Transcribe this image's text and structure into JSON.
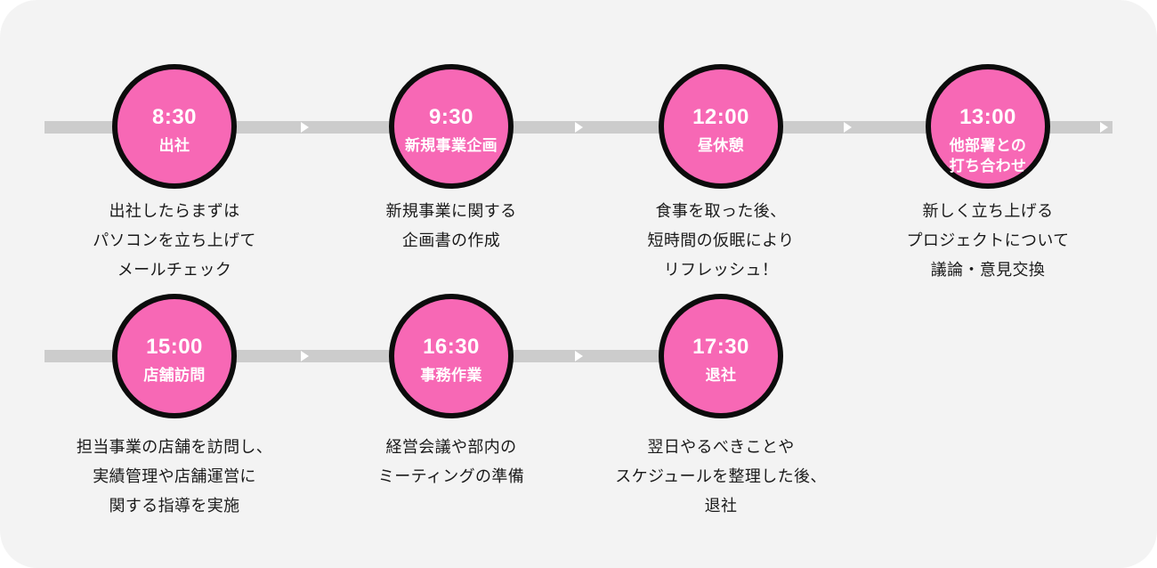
{
  "colors": {
    "canvas_background": "#f3f3f3",
    "timeline_bar": "#cccccc",
    "circle_fill": "#f768b5",
    "circle_border": "#0c0c0c",
    "circle_text": "#ffffff",
    "description_text": "#1a1a1a",
    "arrow": "#ffffff"
  },
  "rows": [
    {
      "events": [
        {
          "time": "8:30",
          "label_lines": [
            "出社"
          ],
          "desc_lines": [
            "出社したらまずは",
            "パソコンを立ち上げて",
            "メールチェック"
          ]
        },
        {
          "time": "9:30",
          "label_lines": [
            "新規事業企画"
          ],
          "desc_lines": [
            "新規事業に関する",
            "企画書の作成"
          ]
        },
        {
          "time": "12:00",
          "label_lines": [
            "昼休憩"
          ],
          "desc_lines": [
            "食事を取った後、",
            "短時間の仮眠により",
            "リフレッシュ！"
          ]
        },
        {
          "time": "13:00",
          "label_lines": [
            "他部署との",
            "打ち合わせ"
          ],
          "desc_lines": [
            "新しく立ち上げる",
            "プロジェクトについて",
            "議論・意見交換"
          ]
        }
      ]
    },
    {
      "events": [
        {
          "time": "15:00",
          "label_lines": [
            "店舗訪問"
          ],
          "desc_lines": [
            "担当事業の店舗を訪問し、",
            "実績管理や店舗運営に",
            "関する指導を実施"
          ]
        },
        {
          "time": "16:30",
          "label_lines": [
            "事務作業"
          ],
          "desc_lines": [
            "経営会議や部内の",
            "ミーティングの準備"
          ]
        },
        {
          "time": "17:30",
          "label_lines": [
            "退社"
          ],
          "desc_lines": [
            "翌日やるべきことや",
            "スケジュールを整理した後、",
            "退社"
          ]
        }
      ]
    }
  ]
}
